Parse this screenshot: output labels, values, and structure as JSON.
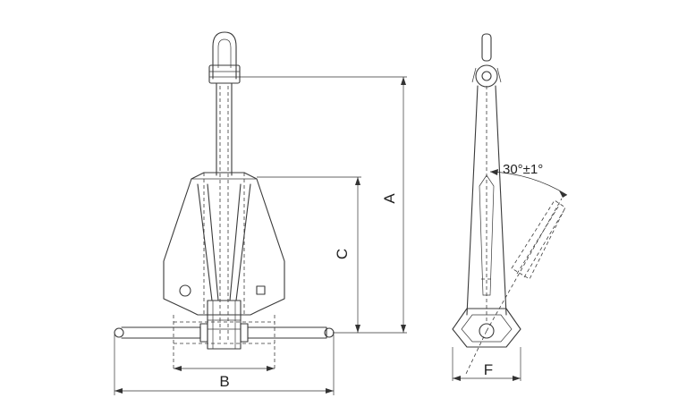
{
  "dimensions": {
    "a": "A",
    "b": "B",
    "c": "C",
    "f": "F"
  },
  "angle": {
    "label": "30°±1°"
  }
}
